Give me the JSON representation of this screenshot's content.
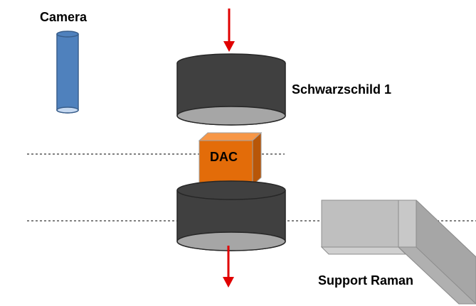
{
  "labels": {
    "camera": "Camera",
    "schwarzschild": "Schwarzschild 1",
    "dac": "DAC",
    "support_raman": "Support Raman"
  },
  "colors": {
    "camera_body": "#4f81bd",
    "camera_edge": "#385d8a",
    "camera_top": "#c6d9f1",
    "objective_body": "#404040",
    "objective_face": "#a6a6a6",
    "dac_front": "#e36c09",
    "dac_top": "#f79646",
    "dac_side": "#b85608",
    "raman_front": "#bfbfbf",
    "raman_side": "#a6a6a6",
    "arrow": "#e00000",
    "dashed_line": "#000000"
  },
  "icons": {
    "camera": "cylinder-shape",
    "objectives": "cylinder-shape",
    "dac": "cube-shape",
    "support_raman": "beam-shape",
    "arrows": "down-arrow"
  }
}
